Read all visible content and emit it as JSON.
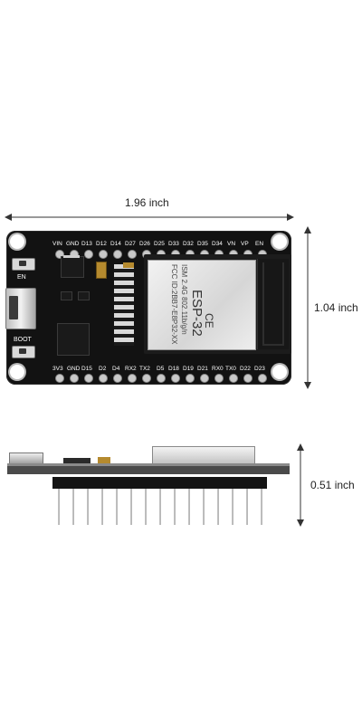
{
  "dimensions": {
    "width": "1.96 inch",
    "height": "1.04 inch",
    "depth": "0.51 inch"
  },
  "board": {
    "top_pins": [
      "VIN",
      "GND",
      "D13",
      "D12",
      "D14",
      "D27",
      "D26",
      "D25",
      "D33",
      "D32",
      "D35",
      "D34",
      "VN",
      "VP",
      "EN"
    ],
    "bottom_pins": [
      "3V3",
      "GND",
      "D15",
      "D2",
      "D4",
      "RX2",
      "TX2",
      "D5",
      "D18",
      "D19",
      "D21",
      "RX0",
      "TX0",
      "D22",
      "D23"
    ],
    "button_en": "EN",
    "button_boot": "BOOT",
    "module_title": "ESP-32",
    "module_line1": "ISM 2.4G 802.11b/g/n",
    "module_line2": "FCC ID:2BB7-E8P32-XX",
    "ce_mark": "CE"
  }
}
